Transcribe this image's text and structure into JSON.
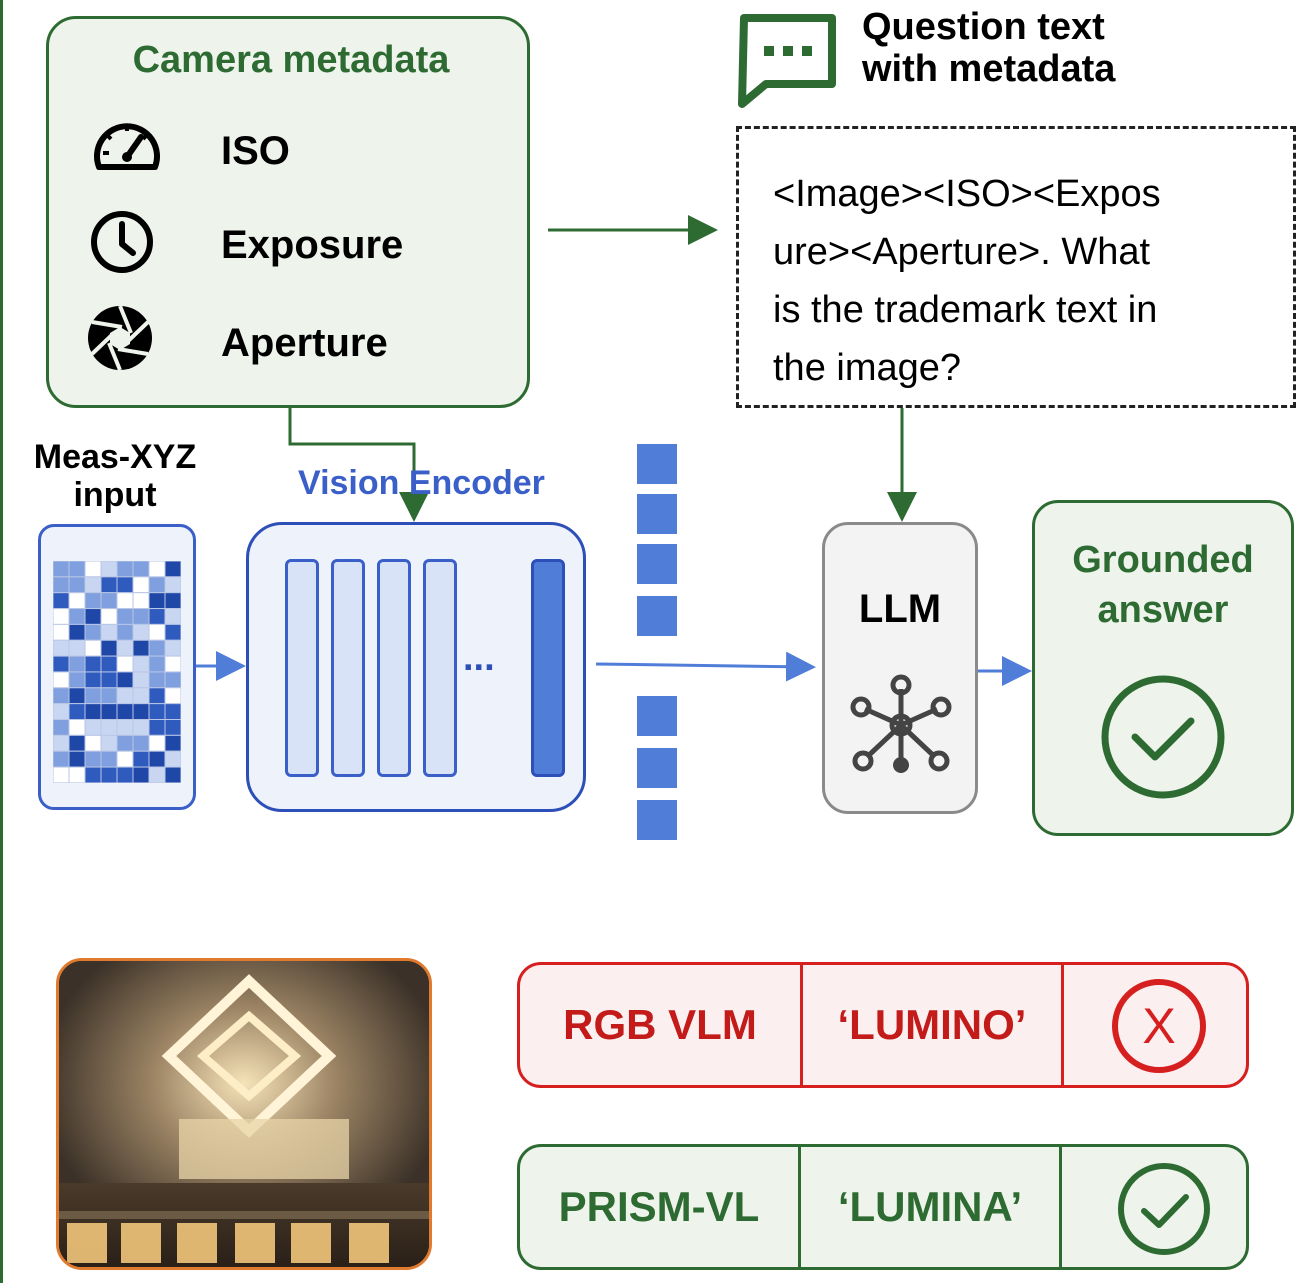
{
  "metadata_panel": {
    "title": "Camera metadata",
    "items": [
      {
        "label": "ISO",
        "icon": "gauge-icon"
      },
      {
        "label": "Exposure",
        "icon": "clock-icon"
      },
      {
        "label": "Aperture",
        "icon": "aperture-icon"
      }
    ]
  },
  "question_panel": {
    "title_line1": "Question text",
    "title_line2": "with metadata",
    "text_lines": [
      "<Image><ISO><Expos",
      "ure><Aperture>. What",
      "is the trademark text in",
      "the image?"
    ]
  },
  "input": {
    "label_line1": "Meas-XYZ",
    "label_line2": "input"
  },
  "encoder": {
    "label": "Vision Encoder",
    "ellipsis": "..."
  },
  "llm": {
    "label": "LLM",
    "icon": "network-icon"
  },
  "answer": {
    "label_line1": "Grounded",
    "label_line2": "answer",
    "icon": "check-circle-icon"
  },
  "comparison": {
    "rows": [
      {
        "model": "RGB  VLM",
        "answer": "‘LUMINO’",
        "result": "X",
        "status": "wrong"
      },
      {
        "model": "PRISM-VL",
        "answer": "‘LUMINA’",
        "result": "check",
        "status": "correct"
      }
    ]
  },
  "colors": {
    "green": "#2e6b33",
    "blue": "#3a5fc8",
    "red": "#d62020",
    "orange": "#e07a2e"
  }
}
